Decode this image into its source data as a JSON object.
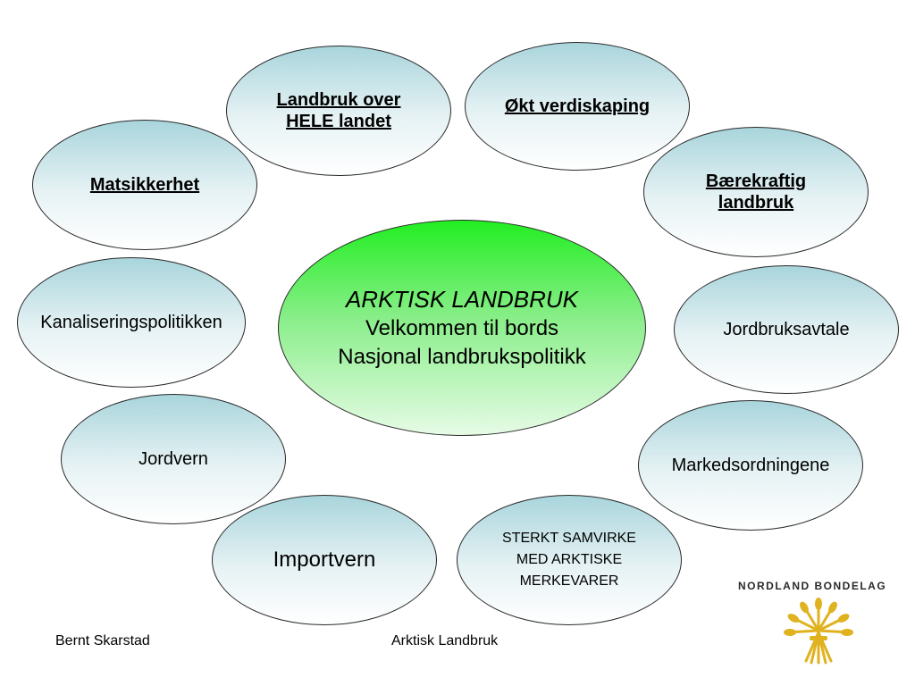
{
  "center": {
    "title": "ARKTISK LANDBRUK",
    "line1": "Velkommen til bords",
    "line2": "Nasjonal landbrukspolitikk"
  },
  "nodes": [
    {
      "text": "Landbruk over\nHELE landet"
    },
    {
      "text": "Økt verdiskaping"
    },
    {
      "text": "Matsikkerhet"
    },
    {
      "text": "Bærekraftig \nlandbruk"
    },
    {
      "text": "Kanaliseringspolitikken"
    },
    {
      "text": "Jordbruksavtale"
    },
    {
      "text": "Jordvern"
    },
    {
      "text": "Markedsordningene"
    },
    {
      "text": "Importvern"
    },
    {
      "text": "STERKT SAMVIRKE\nMED ARKTISKE\nMERKEVARER"
    }
  ],
  "footer": {
    "author": "Bernt Skarstad",
    "title": "Arktisk Landbruk"
  },
  "logo": {
    "text": "NORDLAND BONDELAG",
    "icon": "wheat-sheaf-icon",
    "color": "#e0b21f"
  }
}
